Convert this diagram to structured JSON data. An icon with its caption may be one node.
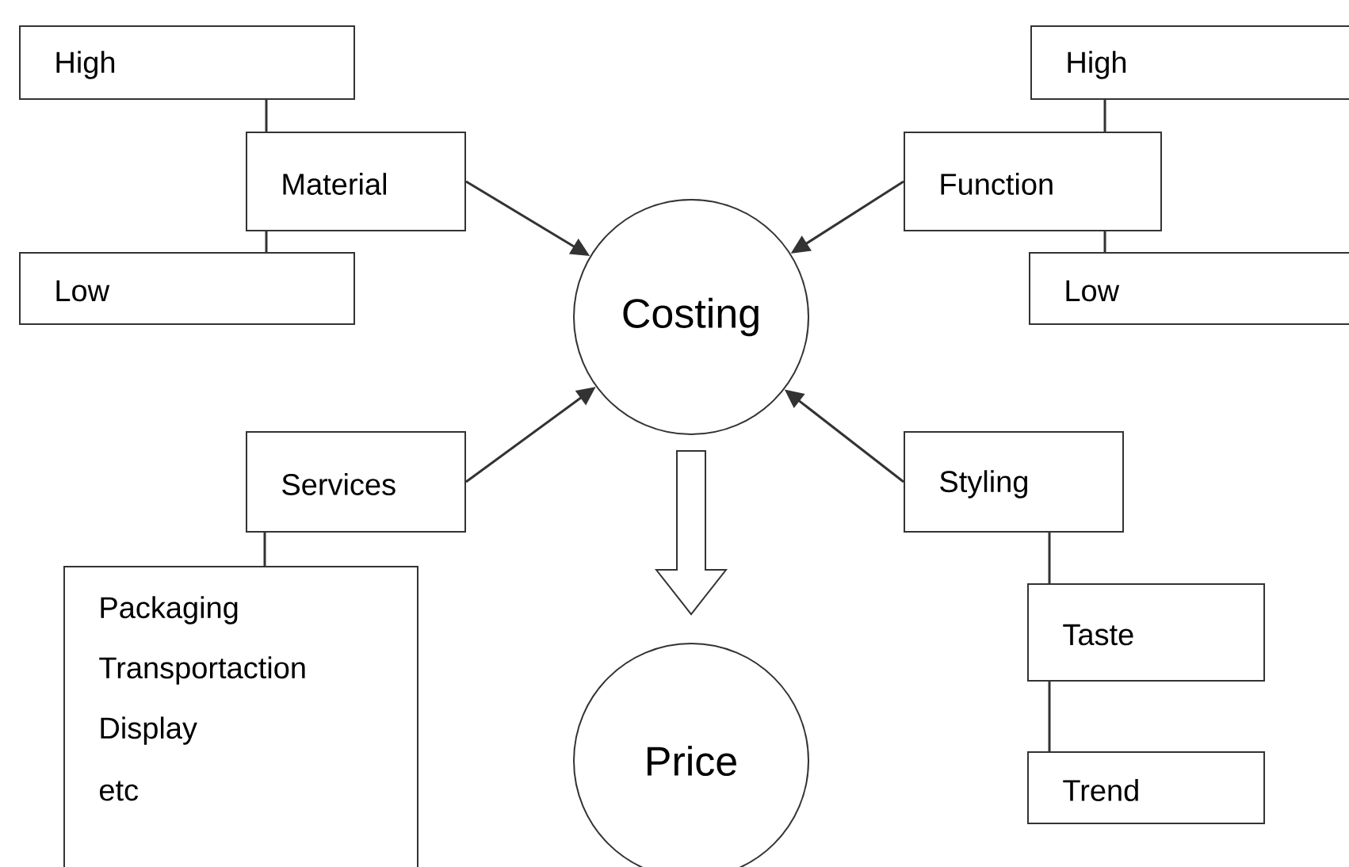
{
  "diagram": {
    "nodes": [
      {
        "text": [
          "High"
        ]
      },
      {
        "text": [
          "Material"
        ]
      },
      {
        "text": [
          "Low"
        ]
      },
      {
        "text": [
          "Function"
        ]
      },
      {
        "text": [
          "High"
        ]
      },
      {
        "text": [
          "Low"
        ]
      },
      {
        "text": [
          "Costing"
        ]
      },
      {
        "text": [
          "Services"
        ]
      },
      {
        "text": [
          "Packaging",
          "Transportaction",
          "Display",
          "etc"
        ]
      },
      {
        "text": [
          "Styling"
        ]
      },
      {
        "text": [
          "Taste"
        ]
      },
      {
        "text": [
          "Trend"
        ]
      },
      {
        "text": [
          "Price"
        ]
      }
    ],
    "edges": [
      {
        "from": 1,
        "to": 0,
        "arrow": "none"
      },
      {
        "from": 1,
        "to": 2,
        "arrow": "none"
      },
      {
        "from": 1,
        "to": 6,
        "arrow": "to"
      },
      {
        "from": 3,
        "to": 4,
        "arrow": "none"
      },
      {
        "from": 3,
        "to": 5,
        "arrow": "none"
      },
      {
        "from": 3,
        "to": 6,
        "arrow": "to"
      },
      {
        "from": 7,
        "to": 6,
        "arrow": "to"
      },
      {
        "from": 7,
        "to": 8,
        "arrow": "none"
      },
      {
        "from": 9,
        "to": 6,
        "arrow": "to"
      },
      {
        "from": 9,
        "to": 10,
        "arrow": "none"
      },
      {
        "from": 10,
        "to": 11,
        "arrow": "none"
      },
      {
        "from": 6,
        "to": 12,
        "arrow": "to",
        "style": "thick"
      }
    ]
  }
}
